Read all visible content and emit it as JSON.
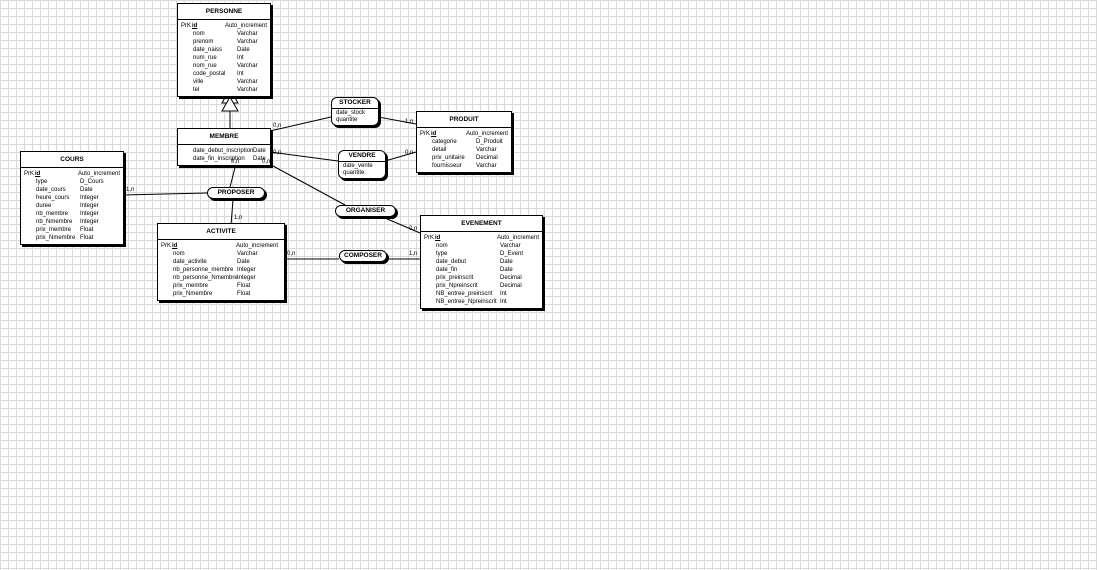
{
  "entities": [
    {
      "id": "personne",
      "name": "PERSONNE",
      "rows": [
        {
          "pk": "PrK",
          "field": "id",
          "type": "Auto_increment",
          "is_pk": true
        },
        {
          "pk": "",
          "field": "nom",
          "type": "Varchar"
        },
        {
          "pk": "",
          "field": "prenom",
          "type": "Varchar"
        },
        {
          "pk": "",
          "field": "date_naiss",
          "type": "Date"
        },
        {
          "pk": "",
          "field": "num_rue",
          "type": "Int"
        },
        {
          "pk": "",
          "field": "nom_rue",
          "type": "Varchar"
        },
        {
          "pk": "",
          "field": "code_postal",
          "type": "Int"
        },
        {
          "pk": "",
          "field": "ville",
          "type": "Varchar"
        },
        {
          "pk": "",
          "field": "tel",
          "type": "Varchar"
        }
      ]
    },
    {
      "id": "membre",
      "name": "MEMBRE",
      "rows": [
        {
          "pk": "",
          "field": "date_debut_inscription",
          "type": "Date"
        },
        {
          "pk": "",
          "field": "date_fin_inscription",
          "type": "Date"
        }
      ]
    },
    {
      "id": "cours",
      "name": "COURS",
      "rows": [
        {
          "pk": "PrK",
          "field": "id",
          "type": "Auto_increment",
          "is_pk": true
        },
        {
          "pk": "",
          "field": "type",
          "type": "D_Cours"
        },
        {
          "pk": "",
          "field": "date_cours",
          "type": "Date"
        },
        {
          "pk": "",
          "field": "heure_cours",
          "type": "Integer"
        },
        {
          "pk": "",
          "field": "duree",
          "type": "Integer"
        },
        {
          "pk": "",
          "field": "nb_membre",
          "type": "Integer"
        },
        {
          "pk": "",
          "field": "nb_Nmembre",
          "type": "Integer"
        },
        {
          "pk": "",
          "field": "prix_membre",
          "type": "Float"
        },
        {
          "pk": "",
          "field": "prix_Nmembre",
          "type": "Float"
        }
      ]
    },
    {
      "id": "activite",
      "name": "ACTIVITE",
      "rows": [
        {
          "pk": "PrK",
          "field": "id",
          "type": "Auto_increment",
          "is_pk": true
        },
        {
          "pk": "",
          "field": "nom",
          "type": "Varchar"
        },
        {
          "pk": "",
          "field": "date_activite",
          "type": "Date"
        },
        {
          "pk": "",
          "field": "nb_personne_membre",
          "type": "Integer"
        },
        {
          "pk": "",
          "field": "nb_personne_Nmembre",
          "type": "Integer"
        },
        {
          "pk": "",
          "field": "prix_membre",
          "type": "Float"
        },
        {
          "pk": "",
          "field": "prix_Nmembre",
          "type": "Float"
        }
      ]
    },
    {
      "id": "produit",
      "name": "PRODUIT",
      "rows": [
        {
          "pk": "PrK",
          "field": "id",
          "type": "Auto_increment",
          "is_pk": true
        },
        {
          "pk": "",
          "field": "categorie",
          "type": "D_Produit"
        },
        {
          "pk": "",
          "field": "detail",
          "type": "Varchar"
        },
        {
          "pk": "",
          "field": "prix_unitaire",
          "type": "Decimal"
        },
        {
          "pk": "",
          "field": "fournisseur",
          "type": "Varchar"
        }
      ]
    },
    {
      "id": "evenement",
      "name": "EVENEMENT",
      "rows": [
        {
          "pk": "PrK",
          "field": "id",
          "type": "Auto_increment",
          "is_pk": true
        },
        {
          "pk": "",
          "field": "nom",
          "type": "Varchar"
        },
        {
          "pk": "",
          "field": "type",
          "type": "D_Event"
        },
        {
          "pk": "",
          "field": "date_debut",
          "type": "Date"
        },
        {
          "pk": "",
          "field": "date_fin",
          "type": "Date"
        },
        {
          "pk": "",
          "field": "prix_preinscrit",
          "type": "Decimal"
        },
        {
          "pk": "",
          "field": "prix_Npreinscrit",
          "type": "Decimal"
        },
        {
          "pk": "",
          "field": "NB_entree_preinscrit",
          "type": "Int"
        },
        {
          "pk": "",
          "field": "NB_entree_Npreinscrit",
          "type": "Int"
        }
      ]
    }
  ],
  "associations": [
    {
      "id": "stocker",
      "name": "STOCKER",
      "attrs": [
        "date_stock",
        "quantite"
      ]
    },
    {
      "id": "vendre",
      "name": "VENDRE",
      "attrs": [
        "date_vente",
        "quantite"
      ]
    },
    {
      "id": "proposer",
      "name": "PROPOSER",
      "attrs": []
    },
    {
      "id": "organiser",
      "name": "ORGANISER",
      "attrs": []
    },
    {
      "id": "composer",
      "name": "COMPOSER",
      "attrs": []
    }
  ],
  "cardinalities": [
    {
      "id": "membre-stocker",
      "text": "0,n"
    },
    {
      "id": "stocker-produit",
      "text": "1,n"
    },
    {
      "id": "membre-vendre",
      "text": "0,n"
    },
    {
      "id": "vendre-produit",
      "text": "0,n"
    },
    {
      "id": "membre-proposer",
      "text": "0,n"
    },
    {
      "id": "cours-proposer",
      "text": "1,n"
    },
    {
      "id": "activite-proposer",
      "text": "1,n"
    },
    {
      "id": "membre-organiser",
      "text": "0,n"
    },
    {
      "id": "organiser-evenement",
      "text": "0,n"
    },
    {
      "id": "activite-composer",
      "text": "0,n"
    },
    {
      "id": "composer-evenement",
      "text": "1,n"
    }
  ]
}
